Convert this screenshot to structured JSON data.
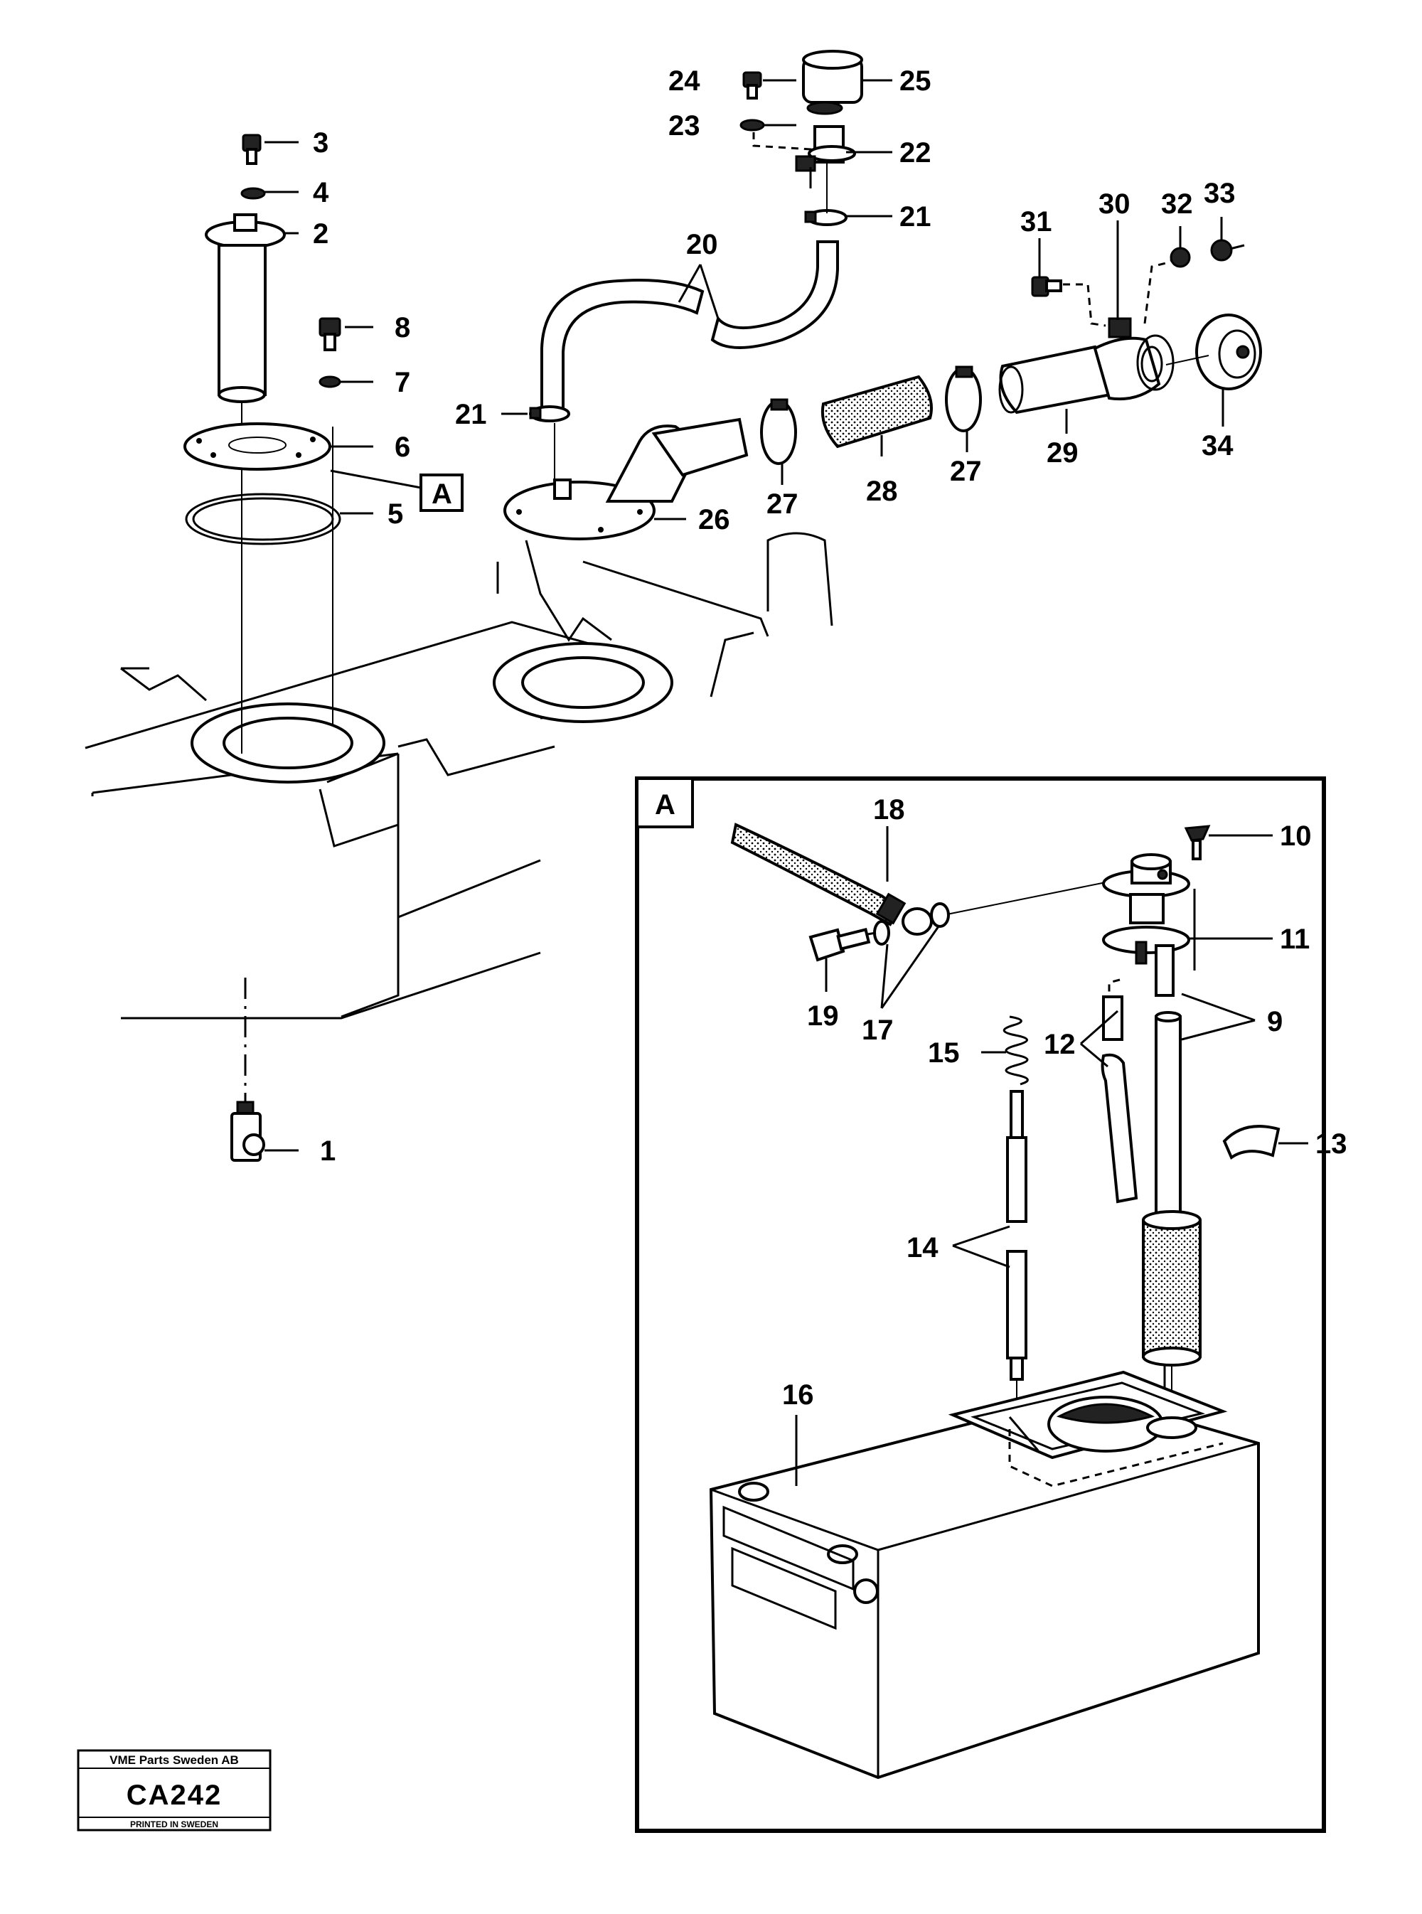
{
  "callouts": {
    "c1": "1",
    "c2": "2",
    "c3": "3",
    "c4": "4",
    "c5": "5",
    "c6": "6",
    "c7": "7",
    "c8": "8",
    "c9": "9",
    "c10": "10",
    "c11": "11",
    "c12": "12",
    "c13": "13",
    "c14": "14",
    "c15": "15",
    "c16": "16",
    "c17": "17",
    "c18": "18",
    "c19": "19",
    "c20": "20",
    "c21a": "21",
    "c21b": "21",
    "c22": "22",
    "c23": "23",
    "c24": "24",
    "c25": "25",
    "c26": "26",
    "c27a": "27",
    "c27b": "27",
    "c28": "28",
    "c29": "29",
    "c30": "30",
    "c31": "31",
    "c32": "32",
    "c33": "33",
    "c34": "34"
  },
  "detail": {
    "ref_label": "A",
    "inset_label": "A"
  },
  "title_block": {
    "company": "VME Parts Sweden AB",
    "code": "CA242",
    "printed": "PRINTED IN SWEDEN"
  }
}
